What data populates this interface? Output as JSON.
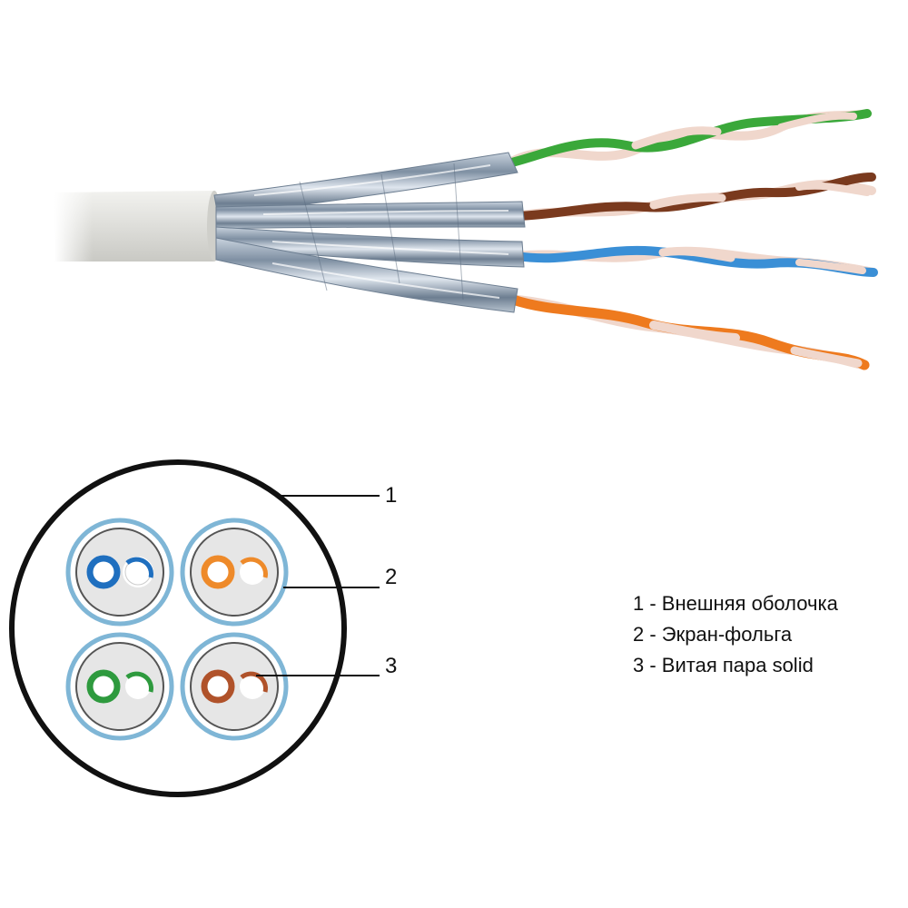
{
  "callouts": [
    {
      "number": "1"
    },
    {
      "number": "2"
    },
    {
      "number": "3"
    }
  ],
  "legend": [
    {
      "text": "1 - Внешняя оболочка"
    },
    {
      "text": "2 - Экран-фольга"
    },
    {
      "text": "3 - Витая пара solid"
    }
  ],
  "pairs": [
    {
      "color": "green",
      "hex": "#3aa83a"
    },
    {
      "color": "brown",
      "hex": "#7a3a1e"
    },
    {
      "color": "blue",
      "hex": "#3a8fd6"
    },
    {
      "color": "orange",
      "hex": "#ee7a1e"
    }
  ],
  "cross_section": [
    {
      "position": "top-left",
      "color": "blue",
      "hex": "#1f6fbf"
    },
    {
      "position": "top-right",
      "color": "orange",
      "hex": "#ee8a2a"
    },
    {
      "position": "bottom-left",
      "color": "green",
      "hex": "#2e9a3e"
    },
    {
      "position": "bottom-right",
      "color": "brown",
      "hex": "#b0522a"
    }
  ],
  "colors": {
    "jacket": "#dcdcd8",
    "foil": "#9fb0c2",
    "foil_ring": "#7fb6d6",
    "outline": "#111111"
  }
}
